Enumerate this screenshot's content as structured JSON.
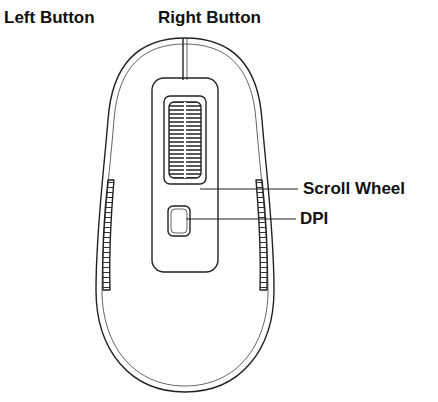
{
  "diagram": {
    "labels": [
      "Left Button",
      "Right Button",
      "Scroll Wheel",
      "DPI"
    ]
  }
}
